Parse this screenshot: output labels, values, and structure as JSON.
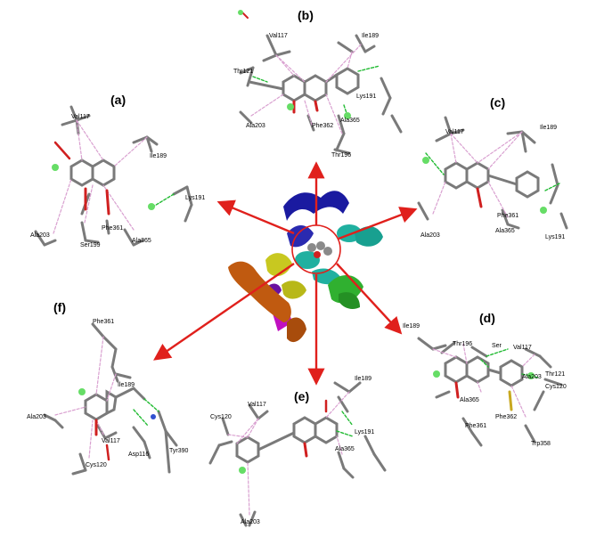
{
  "panels": [
    {
      "letter": "(a)",
      "residues": [
        "Val117",
        "Ile189",
        "Lys191",
        "Ala203",
        "Ser199",
        "Phe361",
        "Ala365"
      ]
    },
    {
      "letter": "(b)",
      "residues": [
        "Val117",
        "Ile189",
        "Thr121",
        "Lys191",
        "Ala203",
        "Phe362",
        "Ala365",
        "Thr196"
      ]
    },
    {
      "letter": "(c)",
      "residues": [
        "Val117",
        "Ile189",
        "Phe361",
        "Ala203",
        "Ala365",
        "Lys191"
      ]
    },
    {
      "letter": "(d)",
      "residues": [
        "Ile189",
        "Thr196",
        "Ser",
        "Val117",
        "Thr121",
        "Ala203",
        "Cys120",
        "Ala365",
        "Phe362",
        "Phe361",
        "Trp358"
      ]
    },
    {
      "letter": "(e)",
      "residues": [
        "Ile189",
        "Cys120",
        "Val117",
        "Lys191",
        "Ala365",
        "Ala203"
      ]
    },
    {
      "letter": "(f)",
      "residues": [
        "Phe361",
        "Ile189",
        "Ala203",
        "Val117",
        "Asp116",
        "Tyr390",
        "Cys120"
      ]
    }
  ],
  "colors": {
    "arrow": "#e0201c",
    "stick": "#7a7a7a",
    "hbond": "#22bb33",
    "hydrophobic": "#d9a0d0",
    "oxygen": "#d02020",
    "nitrogen": "#3050d0",
    "halogen": "#66dd66",
    "helix_blue": "#1a1aa0",
    "helix_cyan": "#20b0a0",
    "helix_green": "#30b030",
    "helix_yellow": "#c8c820",
    "helix_orange": "#c05a10",
    "helix_purple": "#6a10a0",
    "helix_magenta": "#c010c0"
  }
}
